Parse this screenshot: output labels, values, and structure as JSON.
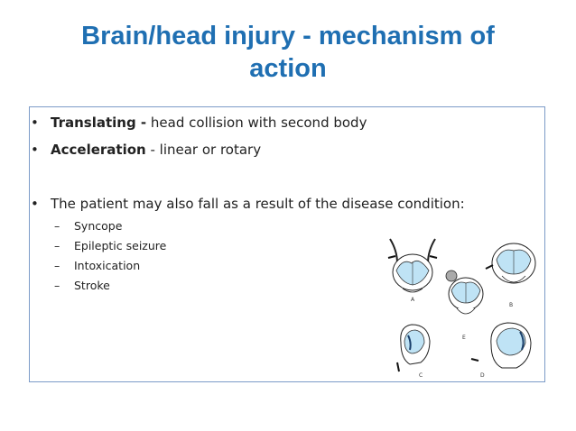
{
  "slide": {
    "title_line1": "Brain/head injury - mechanism of",
    "title_line2": "action",
    "bullets": [
      {
        "term": "Translating   -",
        "text": " head collision with second body"
      },
      {
        "term": "Acceleration",
        "text": " - linear or rotary"
      },
      {
        "term": "",
        "text": "The patient may also fall as a result of the disease condition:"
      }
    ],
    "sub_items": [
      "Syncope",
      "Epileptic seizure",
      "Intoxication",
      "Stroke"
    ],
    "figure_labels": [
      "A",
      "B",
      "E",
      "C",
      "D"
    ]
  },
  "colors": {
    "title": "#1f6fb2",
    "box_border": "#7c9bc8",
    "brain_fill": "#bfe3f5"
  }
}
